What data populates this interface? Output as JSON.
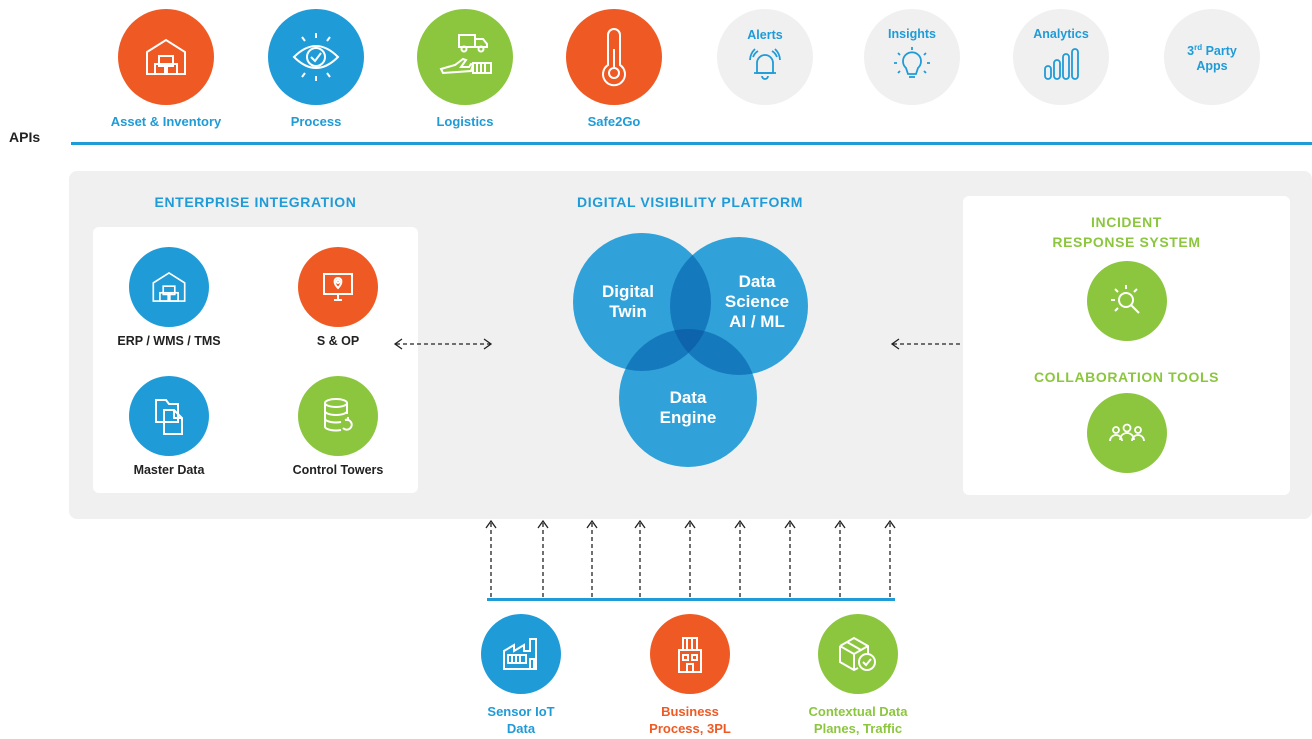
{
  "top_apps": [
    {
      "label": "Asset & Inventory",
      "icon": "warehouse-icon",
      "color": "#ef5a24"
    },
    {
      "label": "Process",
      "icon": "eye-check-icon",
      "color": "#1f9bd7"
    },
    {
      "label": "Logistics",
      "icon": "truck-plane-icon",
      "color": "#8cc63f"
    },
    {
      "label": "Safe2Go",
      "icon": "thermometer-icon",
      "color": "#ef5a24"
    }
  ],
  "top_services": [
    {
      "label": "Alerts",
      "icon": "bell-icon"
    },
    {
      "label": "Insights",
      "icon": "lightbulb-icon"
    },
    {
      "label": "Analytics",
      "icon": "bar-chart-icon"
    },
    {
      "label_sup_prefix": "3",
      "label_sup": "rd",
      "label_rest": " Party",
      "label_line2": "Apps"
    }
  ],
  "apis_label": "APIs",
  "enterprise": {
    "title": "ENTERPRISE INTEGRATION",
    "items": [
      {
        "label": "ERP / WMS / TMS",
        "icon": "warehouse-icon",
        "color": "#1f9bd7"
      },
      {
        "label": "S & OP",
        "icon": "monitor-pin-icon",
        "color": "#ef5a24"
      },
      {
        "label": "Master Data",
        "icon": "folders-icon",
        "color": "#1f9bd7"
      },
      {
        "label": "Control Towers",
        "icon": "database-sync-icon",
        "color": "#8cc63f"
      }
    ]
  },
  "platform": {
    "title": "DIGITAL VISIBILITY PLATFORM",
    "twin_line1": "Digital",
    "twin_line2": "Twin",
    "science_line1": "Data",
    "science_line2": "Science",
    "science_line3": "AI / ML",
    "engine_line1": "Data",
    "engine_line2": "Engine"
  },
  "incident": {
    "title_line1": "INCIDENT",
    "title_line2": "RESPONSE SYSTEM",
    "collab_title": "COLLABORATION TOOLS",
    "incident_icon": "magnify-sun-icon",
    "collab_icon": "people-group-icon"
  },
  "sources": [
    {
      "line1": "Sensor IoT",
      "line2": "Data",
      "icon": "factory-icon",
      "color": "#1f9bd7"
    },
    {
      "line1": "Business",
      "line2": "Process, 3PL",
      "icon": "building-icon",
      "color": "#ef5a24"
    },
    {
      "line1": "Contextual Data",
      "line2": "Planes, Traffic",
      "icon": "box-check-icon",
      "color": "#8cc63f"
    }
  ],
  "colors": {
    "blue": "#1f9bd7",
    "orange": "#ef5a24",
    "green": "#8cc63f",
    "gray_panel": "#f0f0f0",
    "gray_circle": "#f0f0f0"
  }
}
